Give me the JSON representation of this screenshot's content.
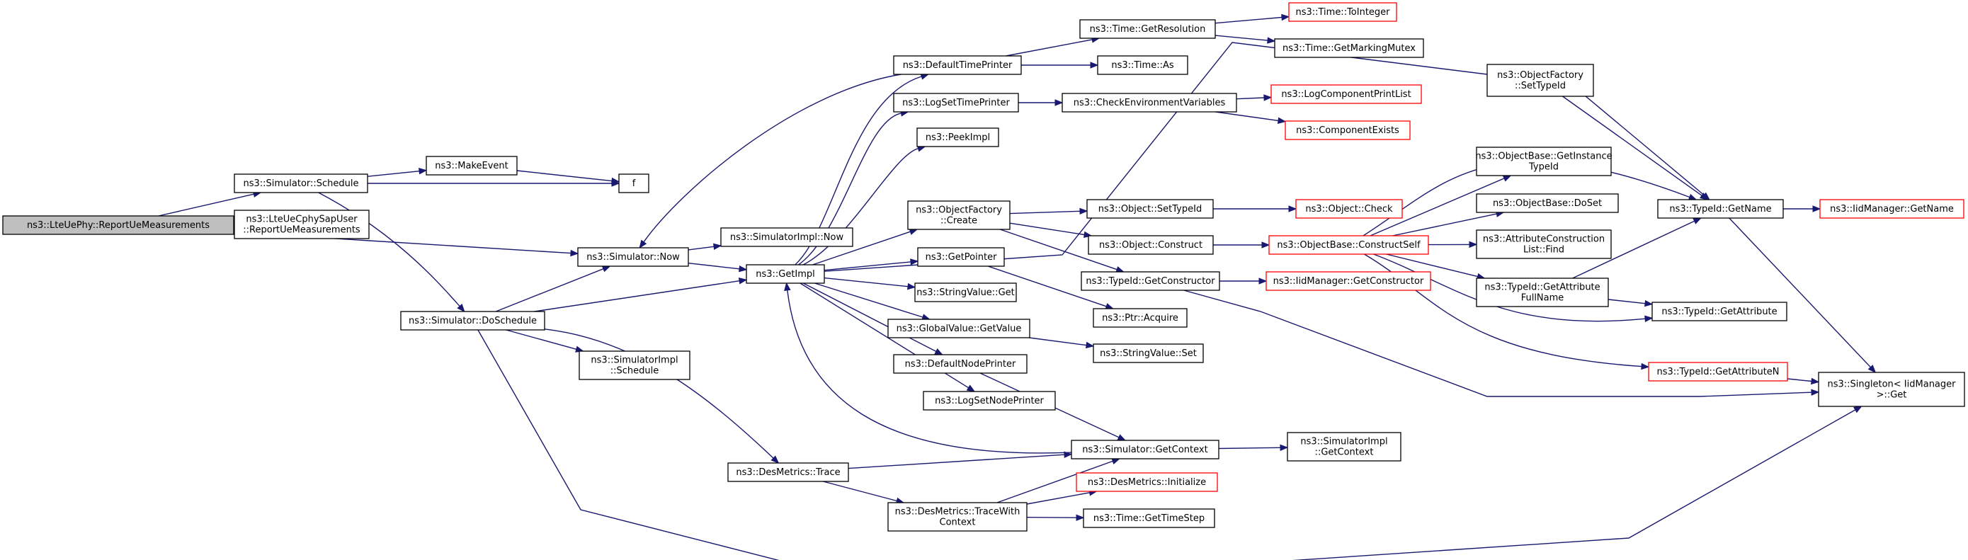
{
  "colors": {
    "edge": "#191970",
    "node_fill": "#ffffff",
    "node_border": "#000000",
    "node_border_external": "#ff0000",
    "node_fill_root": "#bfbfbf"
  },
  "nodes": [
    {
      "id": "root",
      "lines": [
        "ns3::LteUePhy::ReportUeMeasurements"
      ],
      "style": "root"
    },
    {
      "id": "sched",
      "lines": [
        "ns3::Simulator::Schedule"
      ]
    },
    {
      "id": "cphy",
      "lines": [
        "ns3::LteUeCphySapUser",
        "::ReportUeMeasurements"
      ]
    },
    {
      "id": "makeevent",
      "lines": [
        "ns3::MakeEvent"
      ]
    },
    {
      "id": "f",
      "lines": [
        "f"
      ]
    },
    {
      "id": "now",
      "lines": [
        "ns3::Simulator::Now"
      ]
    },
    {
      "id": "dosched",
      "lines": [
        "ns3::Simulator::DoSchedule"
      ]
    },
    {
      "id": "implnow",
      "lines": [
        "ns3::SimulatorImpl::Now"
      ]
    },
    {
      "id": "getimpl",
      "lines": [
        "ns3::GetImpl"
      ]
    },
    {
      "id": "implsched",
      "lines": [
        "ns3::SimulatorImpl",
        "::Schedule"
      ]
    },
    {
      "id": "dmtrace",
      "lines": [
        "ns3::DesMetrics::Trace"
      ]
    },
    {
      "id": "dmtracectx",
      "lines": [
        "ns3::DesMetrics::TraceWith",
        "Context"
      ]
    },
    {
      "id": "deftime",
      "lines": [
        "ns3::DefaultTimePrinter"
      ]
    },
    {
      "id": "logtime",
      "lines": [
        "ns3::LogSetTimePrinter"
      ]
    },
    {
      "id": "peek",
      "lines": [
        "ns3::PeekImpl"
      ]
    },
    {
      "id": "objfcreate",
      "lines": [
        "ns3::ObjectFactory",
        "::Create"
      ]
    },
    {
      "id": "getptr",
      "lines": [
        "ns3::GetPointer"
      ]
    },
    {
      "id": "strget",
      "lines": [
        "ns3::StringValue::Get"
      ]
    },
    {
      "id": "gvget",
      "lines": [
        "ns3::GlobalValue::GetValue"
      ]
    },
    {
      "id": "defnode",
      "lines": [
        "ns3::DefaultNodePrinter"
      ]
    },
    {
      "id": "lognode",
      "lines": [
        "ns3::LogSetNodePrinter"
      ]
    },
    {
      "id": "getres",
      "lines": [
        "ns3::Time::GetResolution"
      ]
    },
    {
      "id": "timeas",
      "lines": [
        "ns3::Time::As"
      ]
    },
    {
      "id": "checkenv",
      "lines": [
        "ns3::CheckEnvironmentVariables"
      ]
    },
    {
      "id": "settypeid",
      "lines": [
        "ns3::Object::SetTypeId"
      ]
    },
    {
      "id": "objconstruct",
      "lines": [
        "ns3::Object::Construct"
      ]
    },
    {
      "id": "getctor",
      "lines": [
        "ns3::TypeId::GetConstructor"
      ]
    },
    {
      "id": "ptracq",
      "lines": [
        "ns3::Ptr::Acquire"
      ]
    },
    {
      "id": "strset",
      "lines": [
        "ns3::StringValue::Set"
      ]
    },
    {
      "id": "getctx",
      "lines": [
        "ns3::Simulator::GetContext"
      ]
    },
    {
      "id": "dminit",
      "lines": [
        "ns3::DesMetrics::Initialize"
      ],
      "style": "external"
    },
    {
      "id": "timestep",
      "lines": [
        "ns3::Time::GetTimeStep"
      ]
    },
    {
      "id": "toint",
      "lines": [
        "ns3::Time::ToInteger"
      ],
      "style": "external"
    },
    {
      "id": "mutex",
      "lines": [
        "ns3::Time::GetMarkingMutex"
      ]
    },
    {
      "id": "logcomp",
      "lines": [
        "ns3::LogComponentPrintList"
      ],
      "style": "external"
    },
    {
      "id": "compexists",
      "lines": [
        "ns3::ComponentExists"
      ],
      "style": "external"
    },
    {
      "id": "objcheck",
      "lines": [
        "ns3::Object::Check"
      ],
      "style": "external"
    },
    {
      "id": "constructself",
      "lines": [
        "ns3::ObjectBase::ConstructSelf"
      ],
      "style": "external"
    },
    {
      "id": "iidctor",
      "lines": [
        "ns3::IidManager::GetConstructor"
      ],
      "style": "external"
    },
    {
      "id": "implctx",
      "lines": [
        "ns3::SimulatorImpl",
        "::GetContext"
      ]
    },
    {
      "id": "ofsettypeid",
      "lines": [
        "ns3::ObjectFactory",
        "::SetTypeId"
      ]
    },
    {
      "id": "obgetinst",
      "lines": [
        "ns3::ObjectBase::GetInstance",
        "TypeId"
      ]
    },
    {
      "id": "obdoset",
      "lines": [
        "ns3::ObjectBase::DoSet"
      ]
    },
    {
      "id": "acfind",
      "lines": [
        "ns3::AttributeConstruction",
        "List::Find"
      ]
    },
    {
      "id": "getattrfull",
      "lines": [
        "ns3::TypeId::GetAttribute",
        "FullName"
      ]
    },
    {
      "id": "getattrn",
      "lines": [
        "ns3::TypeId::GetAttributeN"
      ],
      "style": "external"
    },
    {
      "id": "getname",
      "lines": [
        "ns3::TypeId::GetName"
      ]
    },
    {
      "id": "getattr",
      "lines": [
        "ns3::TypeId::GetAttribute"
      ]
    },
    {
      "id": "singleton",
      "lines": [
        "ns3::Singleton< IidManager",
        ">::Get"
      ]
    },
    {
      "id": "iidgetname",
      "lines": [
        "ns3::IidManager::GetName"
      ],
      "style": "external"
    }
  ],
  "edges": [
    [
      "root",
      "sched"
    ],
    [
      "root",
      "cphy"
    ],
    [
      "root",
      "now"
    ],
    [
      "sched",
      "makeevent"
    ],
    [
      "sched",
      "f"
    ],
    [
      "sched",
      "dosched"
    ],
    [
      "makeevent",
      "f"
    ],
    [
      "now",
      "implnow"
    ],
    [
      "now",
      "getimpl"
    ],
    [
      "dosched",
      "now"
    ],
    [
      "dosched",
      "getimpl"
    ],
    [
      "dosched",
      "implsched"
    ],
    [
      "dosched",
      "dmtrace"
    ],
    [
      "dosched",
      "singleton"
    ],
    [
      "getimpl",
      "deftime"
    ],
    [
      "getimpl",
      "logtime"
    ],
    [
      "getimpl",
      "peek"
    ],
    [
      "getimpl",
      "objfcreate"
    ],
    [
      "getimpl",
      "getptr"
    ],
    [
      "getimpl",
      "strget"
    ],
    [
      "getimpl",
      "gvget"
    ],
    [
      "getimpl",
      "defnode"
    ],
    [
      "getimpl",
      "lognode"
    ],
    [
      "getimpl",
      "getname"
    ],
    [
      "deftime",
      "now"
    ],
    [
      "deftime",
      "getres"
    ],
    [
      "deftime",
      "timeas"
    ],
    [
      "getres",
      "toint"
    ],
    [
      "getres",
      "mutex"
    ],
    [
      "logtime",
      "checkenv"
    ],
    [
      "checkenv",
      "logcomp"
    ],
    [
      "checkenv",
      "compexists"
    ],
    [
      "objfcreate",
      "settypeid"
    ],
    [
      "objfcreate",
      "objconstruct"
    ],
    [
      "objfcreate",
      "getctor"
    ],
    [
      "settypeid",
      "objcheck"
    ],
    [
      "objconstruct",
      "constructself"
    ],
    [
      "constructself",
      "obgetinst"
    ],
    [
      "constructself",
      "obdoset"
    ],
    [
      "constructself",
      "acfind"
    ],
    [
      "constructself",
      "getattrfull"
    ],
    [
      "constructself",
      "getattrn"
    ],
    [
      "constructself",
      "getname"
    ],
    [
      "constructself",
      "getattr"
    ],
    [
      "getctor",
      "iidctor"
    ],
    [
      "getctor",
      "singleton"
    ],
    [
      "getptr",
      "ptracq"
    ],
    [
      "gvget",
      "strset"
    ],
    [
      "defnode",
      "getctx"
    ],
    [
      "dmtrace",
      "getctx"
    ],
    [
      "dmtrace",
      "dmtracectx"
    ],
    [
      "dmtracectx",
      "getctx"
    ],
    [
      "dmtracectx",
      "dminit"
    ],
    [
      "dmtracectx",
      "timestep"
    ],
    [
      "getctx",
      "getimpl"
    ],
    [
      "getctx",
      "implctx"
    ],
    [
      "ofsettypeid",
      "getname"
    ],
    [
      "getattrfull",
      "getname"
    ],
    [
      "getattrfull",
      "getattr"
    ],
    [
      "getattrn",
      "singleton"
    ],
    [
      "getname",
      "iidgetname"
    ],
    [
      "getname",
      "singleton"
    ]
  ]
}
